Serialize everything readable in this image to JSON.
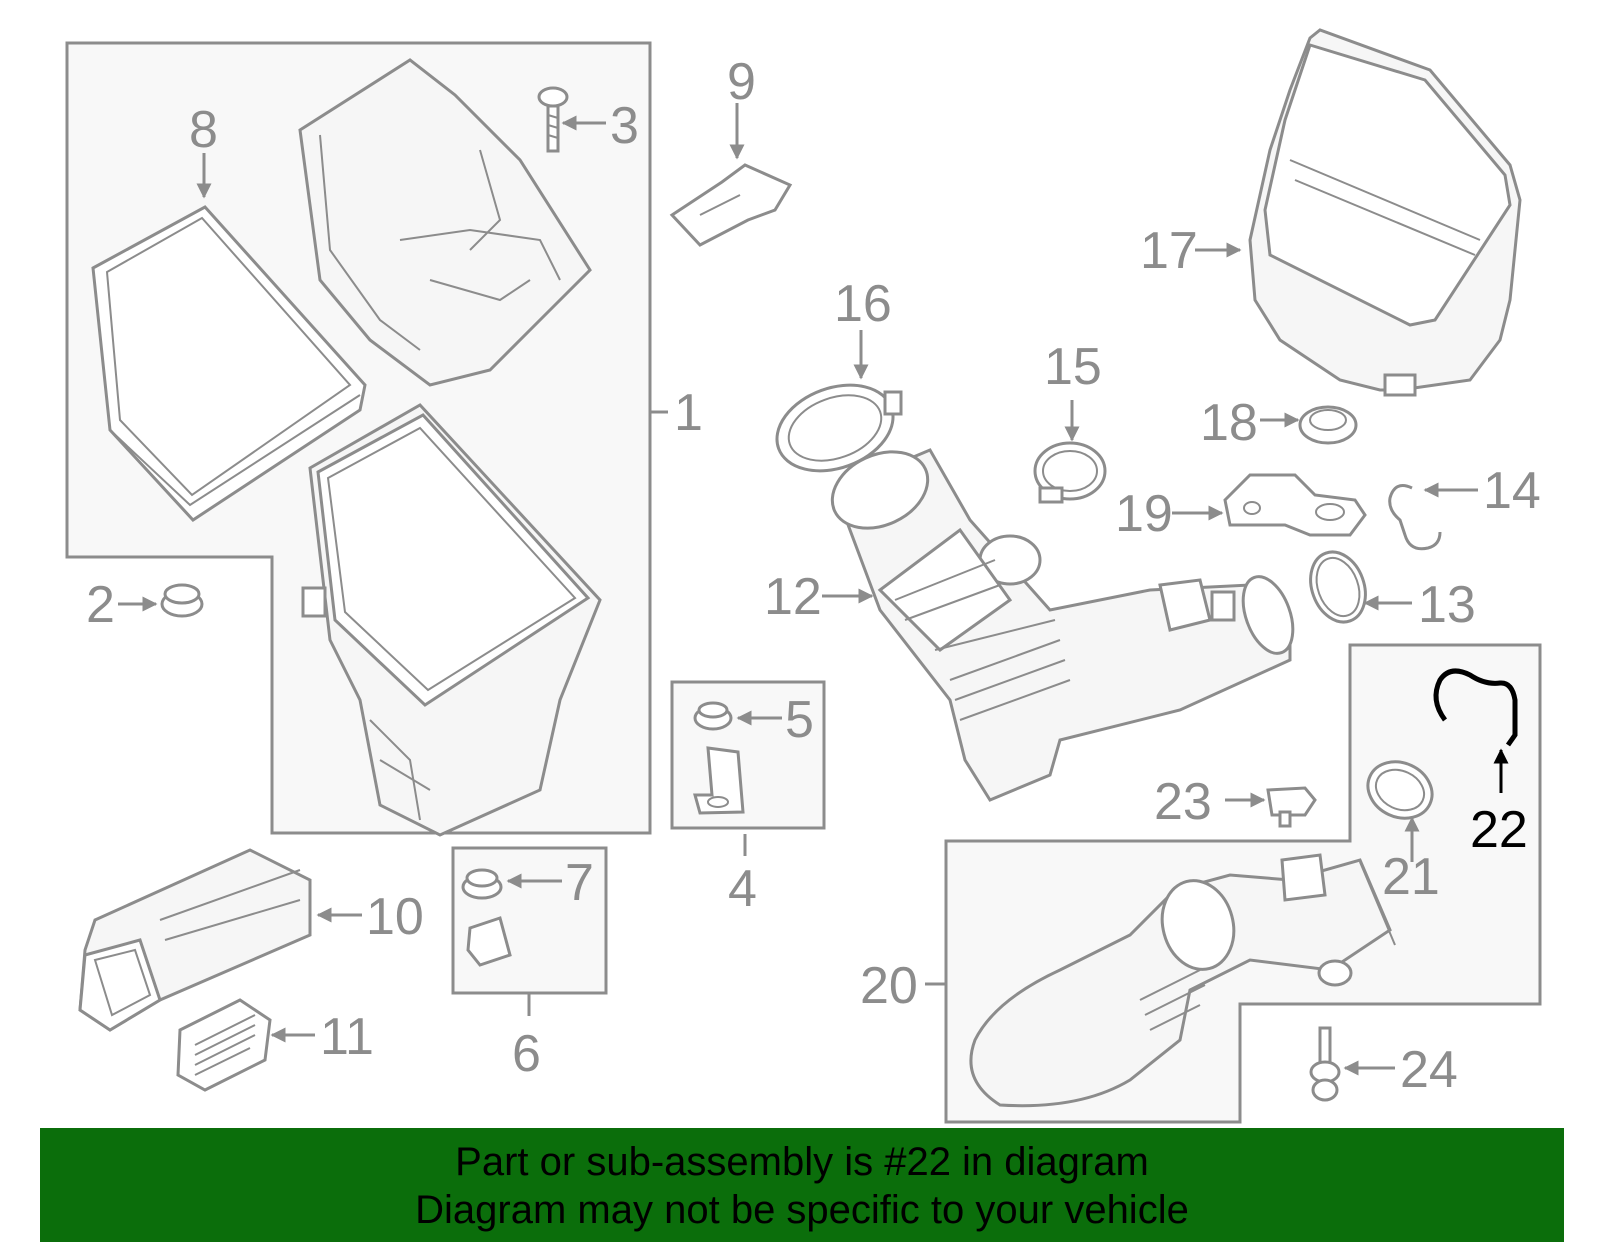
{
  "diagram": {
    "highlight_color": "#000000",
    "line_color": "#8c8c8c",
    "callouts": [
      "1",
      "2",
      "3",
      "4",
      "5",
      "6",
      "7",
      "8",
      "9",
      "10",
      "11",
      "12",
      "13",
      "14",
      "15",
      "16",
      "17",
      "18",
      "19",
      "20",
      "21",
      "22",
      "23",
      "24"
    ],
    "highlighted_part": "22"
  },
  "banner": {
    "line1": "Part or sub-assembly is #22 in diagram",
    "line2": "Diagram may not be specific to your vehicle",
    "background": "#0b6e0b"
  }
}
